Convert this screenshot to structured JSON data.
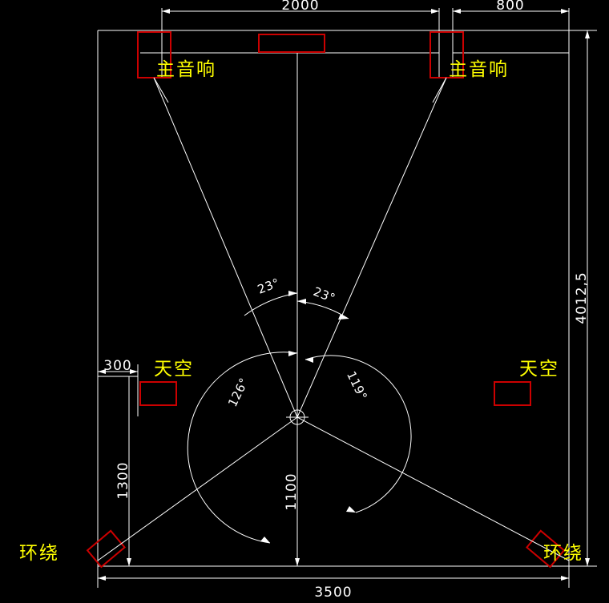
{
  "drawing": {
    "title": "home-theater-speaker-layout",
    "background_color": "#000000",
    "line_color": "#ffffff",
    "speaker_box_color": "#cc0000",
    "label_color": "#ffff00"
  },
  "dimensions": {
    "top_span_center": "2000",
    "top_span_right": "800",
    "right_height": "4012,5",
    "bottom_width": "3500",
    "left_offset": "300",
    "left_height": "1300",
    "center_height": "1100"
  },
  "angles": {
    "front_left": "23°",
    "front_right": "23°",
    "surround_left": "126°",
    "surround_right": "119°"
  },
  "labels": {
    "main_speaker_left": "主音响",
    "main_speaker_right": "主音响",
    "sky_left": "天空",
    "sky_right": "天空",
    "surround_left": "环绕",
    "surround_right": "环绕"
  }
}
